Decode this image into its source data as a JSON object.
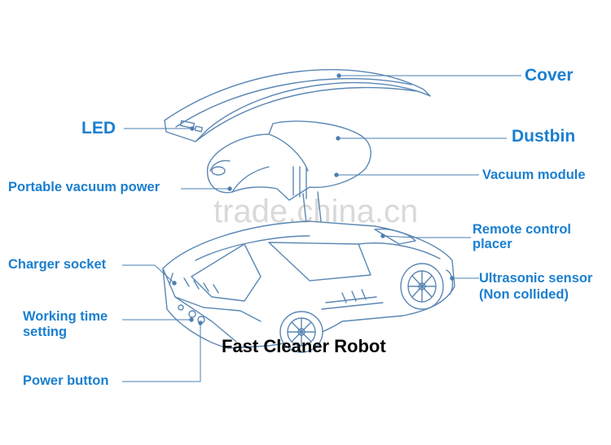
{
  "labels": {
    "cover": "Cover",
    "led": "LED",
    "dustbin": "Dustbin",
    "vacuum_module": "Vacuum module",
    "portable_vacuum_power": "Portable vacuum power",
    "remote_control_placer_1": "Remote control",
    "remote_control_placer_2": "placer",
    "charger_socket": "Charger socket",
    "ultrasonic_sensor_1": "Ultrasonic sensor",
    "ultrasonic_sensor_2": "(Non collided)",
    "working_time_1": "Working time",
    "working_time_2": "setting",
    "power_button": "Power button"
  },
  "title": "Fast Cleaner Robot",
  "watermark": "trade.china.cn",
  "colors": {
    "label": "#1a7fd0",
    "leader": "#4a7fb0",
    "outline": "#5a87b4",
    "title": "#000000"
  }
}
